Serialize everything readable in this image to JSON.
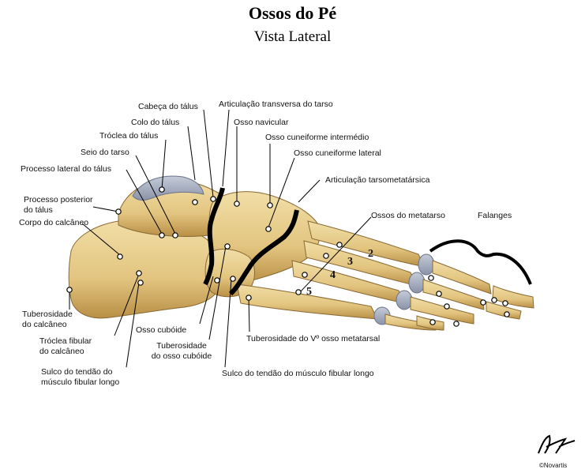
{
  "header": {
    "title": "Ossos do Pé",
    "subtitle": "Vista Lateral"
  },
  "labels": {
    "cabeca_talus": "Cabeça do tálus",
    "colo_talus": "Colo do tálus",
    "troclea_talus": "Tróclea do tálus",
    "seio_tarso": "Seio do tarso",
    "processo_lateral_talus": "Processo lateral do tálus",
    "processo_posterior_talus_1": "Processo posterior",
    "processo_posterior_talus_2": "do tálus",
    "corpo_calcaneo": "Corpo do calcâneo",
    "tuberosidade_calcaneo_1": "Tuberosidade",
    "tuberosidade_calcaneo_2": "do calcâneo",
    "troclea_fibular_1": "Tróclea fibular",
    "troclea_fibular_2": "do calcâneo",
    "sulco_tendao_1": "Sulco do tendão do",
    "sulco_tendao_2": "músculo fibular longo",
    "osso_cuboide": "Osso cubóide",
    "tuberosidade_cuboide_1": "Tuberosidade",
    "tuberosidade_cuboide_2": "do osso cubóide",
    "articulacao_transversa": "Articulação transversa do tarso",
    "osso_navicular": "Osso navicular",
    "cuneiforme_intermedio": "Osso cuneiforme intermédio",
    "cuneiforme_lateral": "Osso cuneiforme lateral",
    "articulacao_tarsometatarsica": "Articulação tarsometatársica",
    "ossos_metatarso": "Ossos do metatarso",
    "falanges": "Falanges",
    "tuberosidade_v_metatarsal": "Tuberosidade do Vº osso metatarsal",
    "sulco_fibular_longo": "Sulco do tendão do músculo fibular longo"
  },
  "metatarsal_numbers": [
    "2",
    "3",
    "4",
    "5"
  ],
  "copyright": "©Novartis",
  "colors": {
    "bone": "#e8cf8c",
    "bone_shade": "#c9a55a",
    "cartilage": "#aab4c8",
    "joint_line": "#000000"
  }
}
